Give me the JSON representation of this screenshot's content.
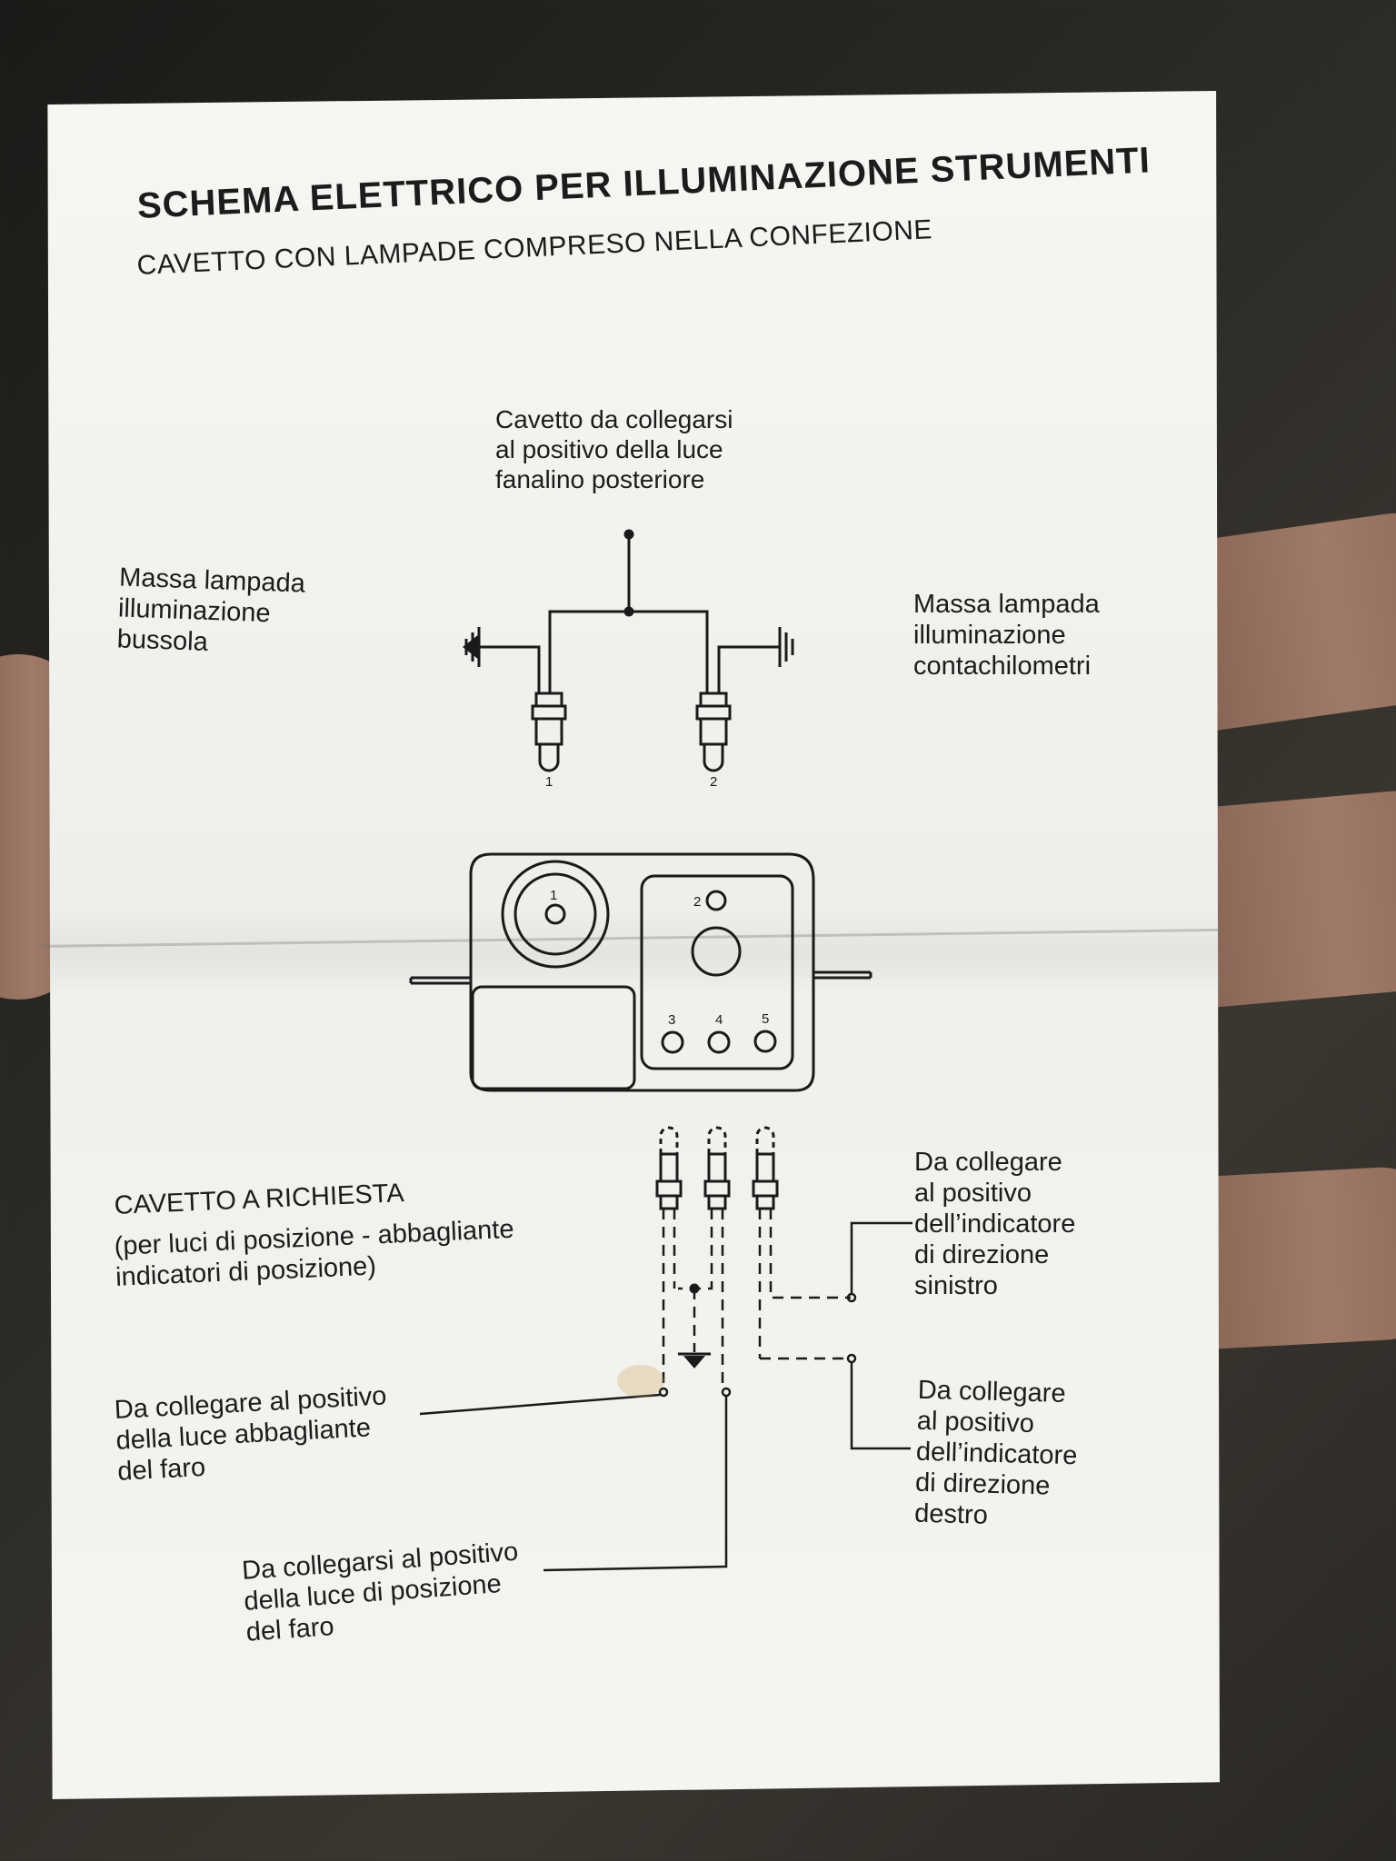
{
  "document": {
    "title": "SCHEMA ELETTRICO PER ILLUMINAZIONE STRUMENTI",
    "subtitle": "CAVETTO CON LAMPADE COMPRESO NELLA CONFEZIONE"
  },
  "labels": {
    "top_wire": "Cavetto da collegarsi\nal positivo della luce\nfanalino posteriore",
    "ground_left": "Massa lampada\nilluminazione\nbussola",
    "ground_right": "Massa lampada\nilluminazione\ncontachilometri",
    "optional_cable_title": "CAVETTO A RICHIESTA",
    "optional_cable_desc": "(per luci di posizione - abbagliante\nindicatori di posizione)",
    "high_beam": "Da collegare al positivo\ndella luce abbagliante\ndel faro",
    "position_light": "Da collegarsi al positivo\ndella luce di posizione\ndel faro",
    "left_indicator": "Da collegare\nal positivo\ndell’indicatore\ndi direzione\nsinistro",
    "right_indicator": "Da collegare\nal positivo\ndell’indicatore\ndi direzione\ndestro"
  },
  "bulb_numbers": [
    "1",
    "2"
  ],
  "socket_numbers": [
    "1",
    "2",
    "3",
    "4",
    "5"
  ]
}
